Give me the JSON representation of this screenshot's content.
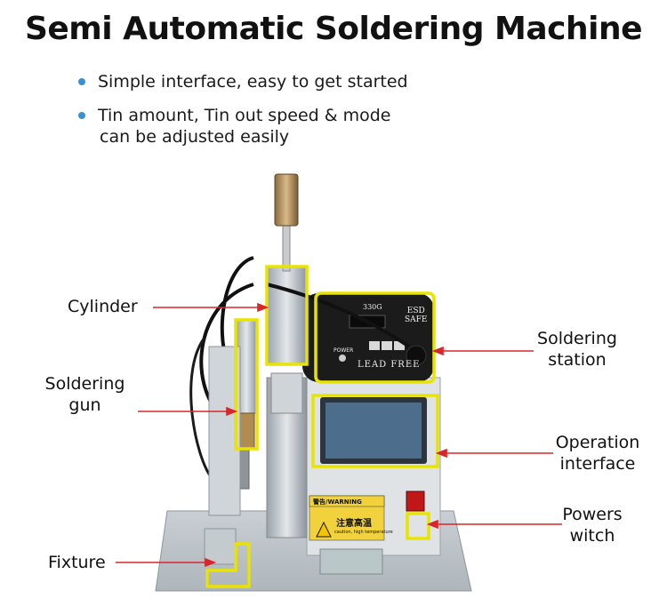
{
  "title": "Semi Automatic Soldering Machine",
  "bullets": [
    "Simple interface, easy to get started",
    "Tin amount, Tin out speed & mode",
    "can be adjusted easily"
  ],
  "labels": {
    "cylinder": "Cylinder",
    "soldering_gun_line1": "Soldering",
    "soldering_gun_line2": "gun",
    "fixture": "Fixture",
    "soldering_station_line1": "Soldering",
    "soldering_station_line2": "station",
    "operation_interface_line1": "Operation",
    "operation_interface_line2": "interface",
    "power_switch_line1": "Powers",
    "power_switch_line2": "witch"
  },
  "station": {
    "model": "330G",
    "badge_line1": "ESD",
    "badge_line2": "SAFE",
    "power_label": "POWER",
    "mark": "LEAD FREE"
  },
  "warning": {
    "header": "警告/WARNING",
    "main": "注意高温",
    "sub": "caution, high temperature"
  },
  "colors": {
    "highlight": "#e8e300",
    "arrow": "#d9262b",
    "bullet": "#3b8fd6"
  }
}
